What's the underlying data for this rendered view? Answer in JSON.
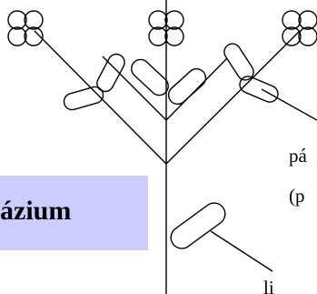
{
  "diagram": {
    "title_fragment": "ázium",
    "label_right_line1": "pá",
    "label_right_line2": "(p",
    "label_bottom": "li",
    "colors": {
      "lines": "#000000",
      "title_box": "#ccccff",
      "background": "#ffffff"
    }
  }
}
